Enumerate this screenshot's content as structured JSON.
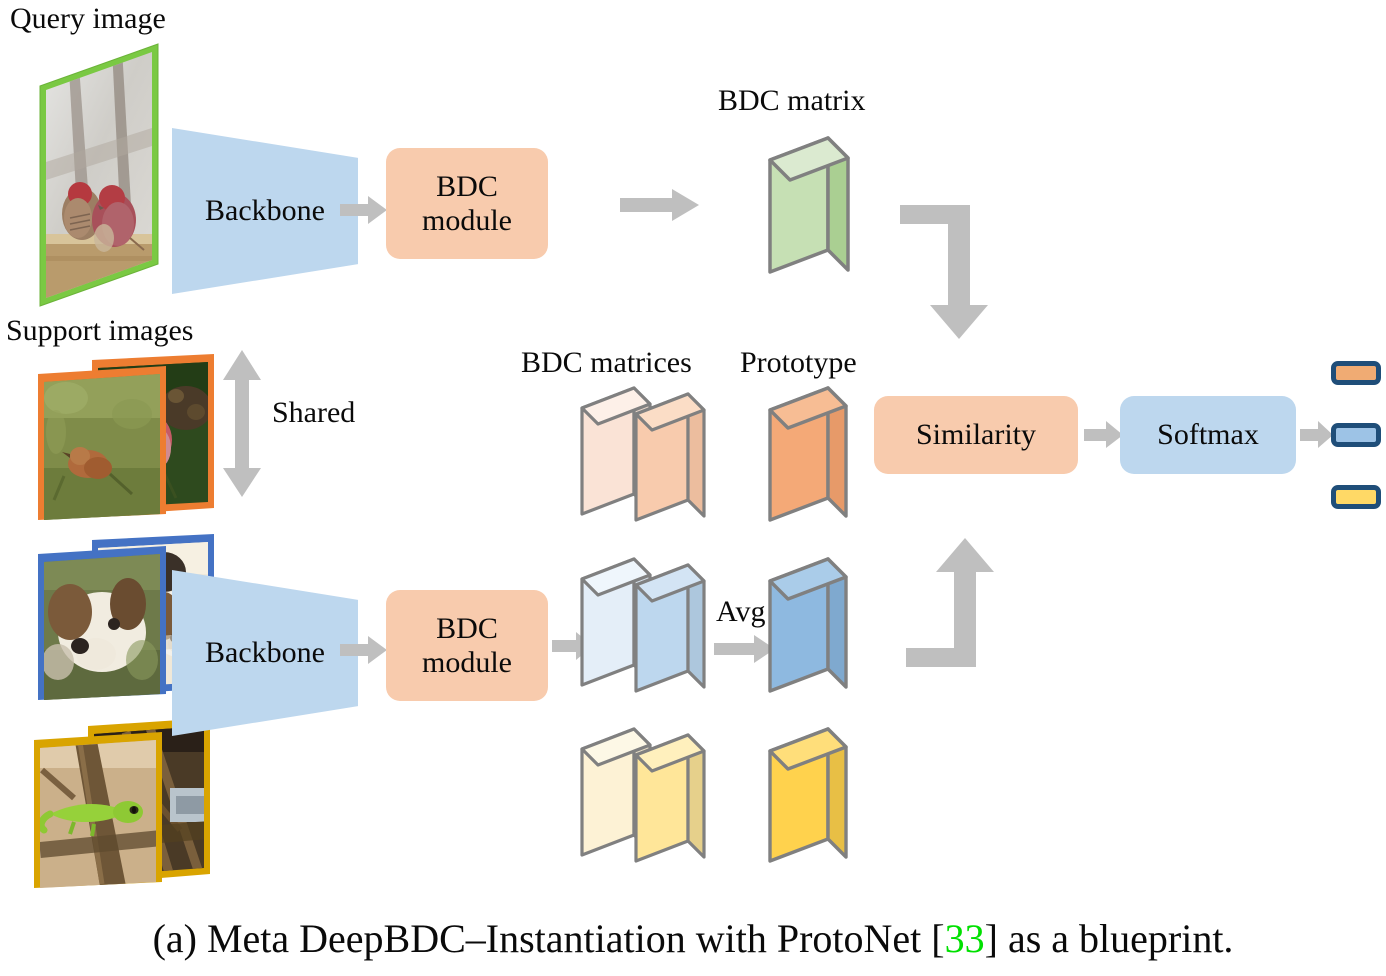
{
  "figure": {
    "caption_prefix": "(a) Meta DeepBDC–Instantiation with ProtoNet [",
    "caption_ref": "33",
    "caption_suffix": "] as a blueprint.",
    "caption_full": "(a) Meta DeepBDC–Instantiation with ProtoNet [33] as a blueprint."
  },
  "labels": {
    "query_image": "Query image",
    "support_images": "Support images",
    "bdc_matrix": "BDC matrix",
    "bdc_matrices": "BDC matrices",
    "prototype": "Prototype",
    "shared": "Shared",
    "avg": "Avg"
  },
  "blocks": {
    "backbone_top": "Backbone",
    "backbone_bottom": "Backbone",
    "bdc_module_top_line1": "BDC",
    "bdc_module_top_line2": "module",
    "bdc_module_bottom_line1": "BDC",
    "bdc_module_bottom_line2": "module",
    "similarity": "Similarity",
    "softmax": "Softmax"
  },
  "icons": {
    "arrow_right": "arrow-right-icon",
    "arrow_down_elbow": "elbow-arrow-down-icon",
    "arrow_up_elbow": "elbow-arrow-up-icon",
    "double_arrow_vertical": "double-headed-vertical-arrow-icon"
  },
  "colors": {
    "backbone_fill": "#bdd7ee",
    "bdc_module_fill": "#f8cbad",
    "similarity_fill": "#f8cbad",
    "softmax_fill": "#bdd7ee",
    "arrow_gray": "#bfbfbf",
    "slab_border": "#808080",
    "query_border": "#7ac943",
    "support_border_1": "#ed7d31",
    "support_border_2": "#4472c4",
    "support_border_3": "#d9a400",
    "green_matrix_face": "#c6e0b4",
    "green_matrix_top": "#dbead0",
    "green_matrix_side": "#aacf92",
    "orange_matrix_pale_face": "#fae3d6",
    "orange_matrix_face": "#f8cbad",
    "orange_prototype_face": "#f4a977",
    "blue_matrix_pale_face": "#e4eef8",
    "blue_matrix_face": "#bdd7ee",
    "blue_prototype_face": "#8eb9e0",
    "yellow_matrix_pale_face": "#fdf2d5",
    "yellow_matrix_face": "#ffe699",
    "yellow_prototype_face": "#ffd24d",
    "out_bar_border": "#1f4e79",
    "out_bar_1": "#f0ab73",
    "out_bar_2": "#9dc3e6",
    "out_bar_3": "#ffd966",
    "caption_ref_color": "#00e000"
  },
  "matrix_rows": [
    {
      "name": "orange-row",
      "pale": "#fae3d6",
      "mid": "#f8cbad",
      "proto": "#f4a977"
    },
    {
      "name": "blue-row",
      "pale": "#e4eef8",
      "mid": "#bdd7ee",
      "proto": "#8eb9e0"
    },
    {
      "name": "yellow-row",
      "pale": "#fdf2d5",
      "mid": "#ffe699",
      "proto": "#ffd24d"
    }
  ],
  "output_bars": [
    {
      "name": "class-bar-orange",
      "color": "#f0ab73"
    },
    {
      "name": "class-bar-blue",
      "color": "#9dc3e6"
    },
    {
      "name": "class-bar-yellow",
      "color": "#ffd966"
    }
  ]
}
